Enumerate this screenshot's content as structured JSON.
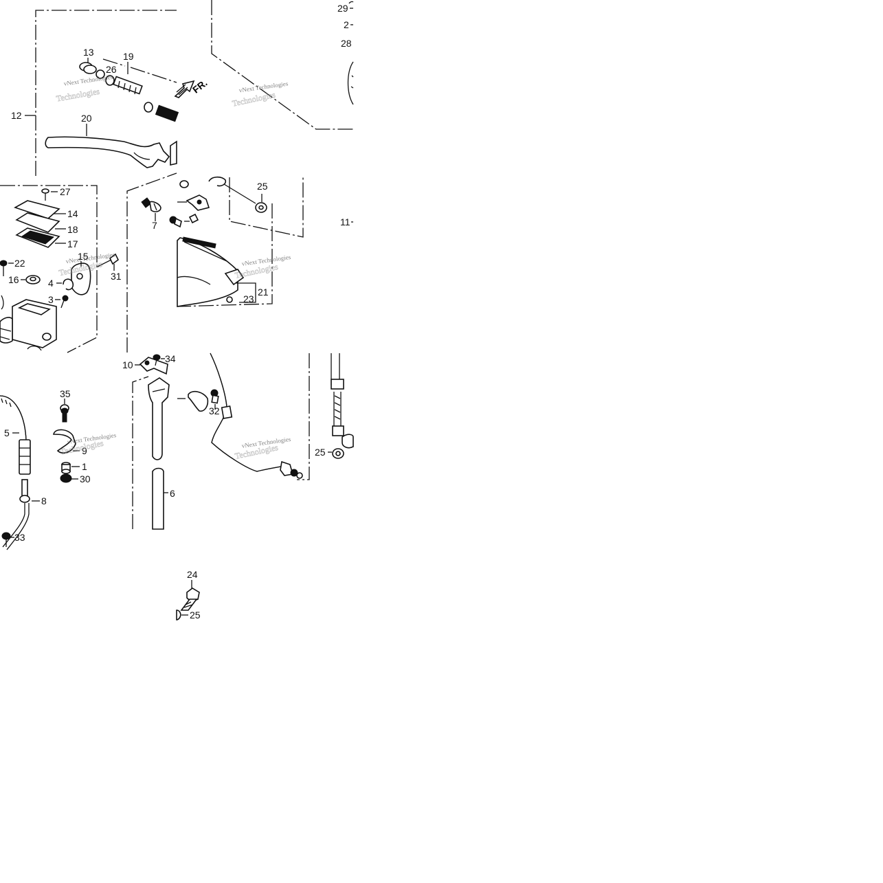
{
  "diagram": {
    "labels": {
      "p29": "29",
      "p2": "2",
      "p28": "28",
      "p13": "13",
      "p19": "19",
      "p26": "26",
      "p12": "12",
      "p20": "20",
      "p27": "27",
      "p14": "14",
      "p18": "18",
      "p17": "17",
      "p15": "15",
      "p22": "22",
      "p31": "31",
      "p16": "16",
      "p4": "4",
      "p3": "3",
      "p7": "7",
      "p25a": "25",
      "p11": "11",
      "p21": "21",
      "p23": "23",
      "p10": "10",
      "p34": "34",
      "p35": "35",
      "p5": "5",
      "p9": "9",
      "p1": "1",
      "p30": "30",
      "p32": "32",
      "p25b": "25",
      "p8": "8",
      "p6": "6",
      "p33": "33",
      "p24": "24",
      "p25c": "25"
    },
    "direction_marker": "FR.",
    "watermark_text": "vNext Technologies",
    "watermark_overlay": "Technologies"
  }
}
